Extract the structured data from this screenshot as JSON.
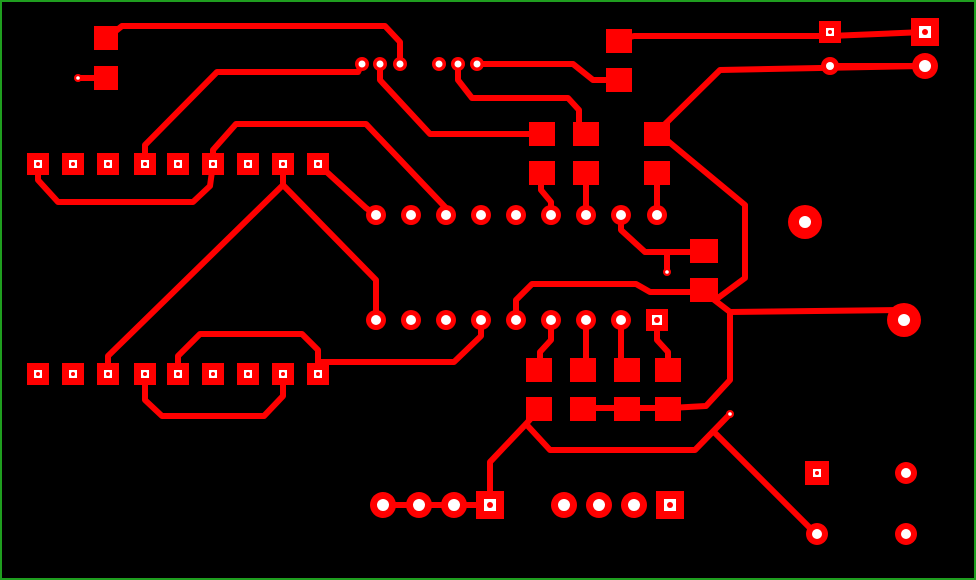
{
  "board": {
    "name": "pcb-copper-layer",
    "colors": {
      "background": "#000000",
      "border": "#1f9e1f",
      "copper": "#ff0000",
      "pad_face": "#ffffff",
      "pad_drill": "#ff0000"
    },
    "layer": "copper-top",
    "components": [
      "header-top-row",
      "header-bottom-row",
      "ic-top-pin-row",
      "ic-bottom-pin-row",
      "smd-pads",
      "mounting-holes",
      "connector-left",
      "connector-right",
      "tactile-switch",
      "power-connector"
    ]
  }
}
